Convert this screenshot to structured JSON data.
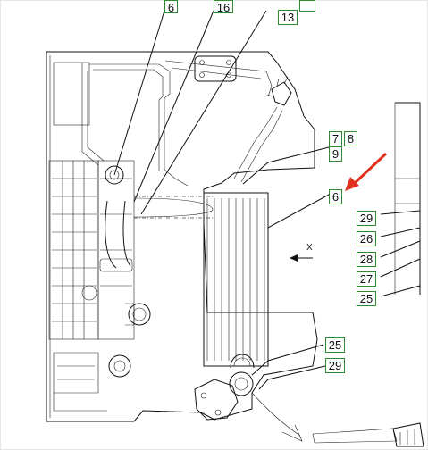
{
  "callouts": [
    {
      "id": "c-top-1",
      "label": "6"
    },
    {
      "id": "c-top-2",
      "label": "16"
    },
    {
      "id": "c-13",
      "label": "13"
    },
    {
      "id": "c-top-4",
      "label": ""
    },
    {
      "id": "c-7",
      "label": "7"
    },
    {
      "id": "c-8",
      "label": "8"
    },
    {
      "id": "c-9",
      "label": "9"
    },
    {
      "id": "c-6",
      "label": "6"
    },
    {
      "id": "c-29a",
      "label": "29"
    },
    {
      "id": "c-26",
      "label": "26"
    },
    {
      "id": "c-28",
      "label": "28"
    },
    {
      "id": "c-27",
      "label": "27"
    },
    {
      "id": "c-25a",
      "label": "25"
    },
    {
      "id": "c-25b",
      "label": "25"
    },
    {
      "id": "c-29b",
      "label": "29"
    }
  ],
  "axis_label": "X",
  "colors": {
    "callout_border": "#2e8b2e",
    "arrow": "#e0301e",
    "line": "#111111"
  }
}
